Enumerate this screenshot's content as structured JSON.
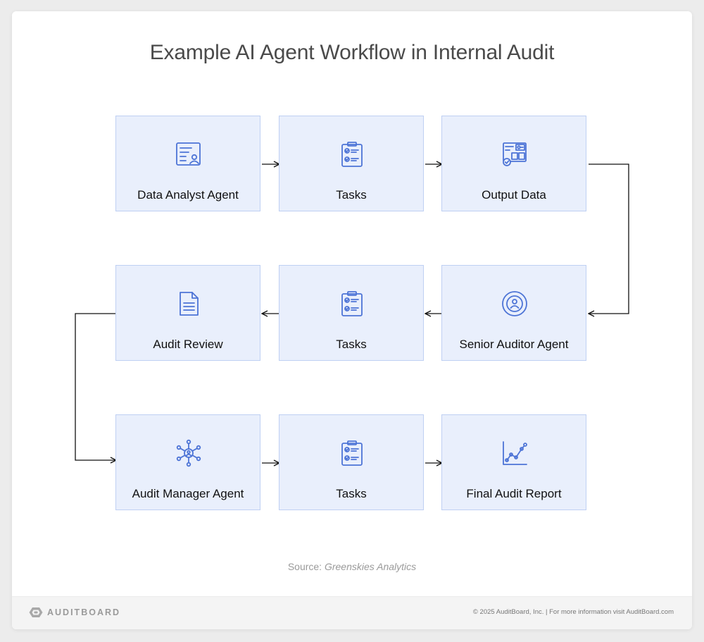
{
  "title": "Example AI Agent Workflow in Internal Audit",
  "nodes": [
    {
      "label": "Data Analyst Agent",
      "icon": "analyst-profile-icon"
    },
    {
      "label": "Tasks",
      "icon": "task-clipboard-icon"
    },
    {
      "label": "Output Data",
      "icon": "output-data-dashboard-icon"
    },
    {
      "label": "Audit Review",
      "icon": "document-icon"
    },
    {
      "label": "Tasks",
      "icon": "task-clipboard-icon"
    },
    {
      "label": "Senior Auditor Agent",
      "icon": "auditor-target-icon"
    },
    {
      "label": "Audit Manager Agent",
      "icon": "network-agent-icon"
    },
    {
      "label": "Tasks",
      "icon": "task-clipboard-icon"
    },
    {
      "label": "Final Audit Report",
      "icon": "line-chart-icon"
    }
  ],
  "source": {
    "prefix": "Source: ",
    "name": "Greenskies Analytics"
  },
  "footer": {
    "brand": "AUDITBOARD",
    "copyright": "© 2025  AuditBoard, Inc.   |    For more information visit AuditBoard.com"
  },
  "colors": {
    "accent": "#4d74d6",
    "node_fill": "#e9effc",
    "node_border": "#bfd0f3"
  }
}
